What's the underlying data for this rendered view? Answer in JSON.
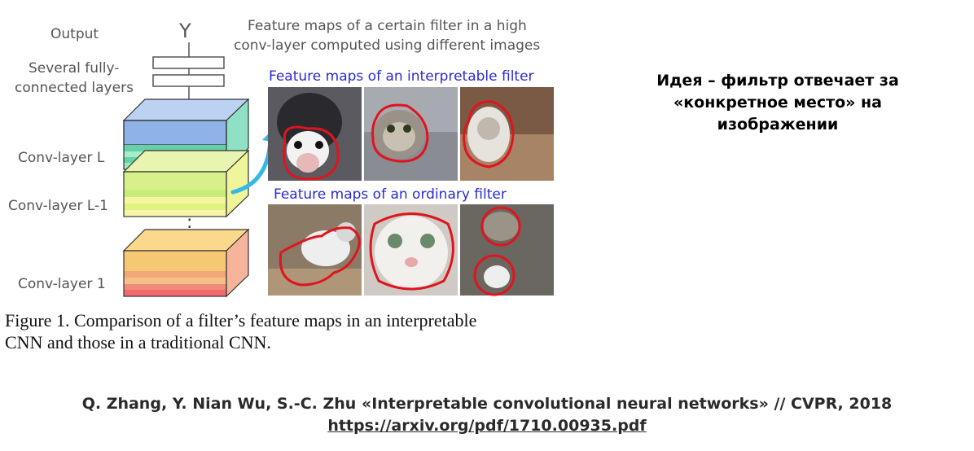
{
  "diagram": {
    "output_label": "Output",
    "output_symbol": "Y",
    "fc_label_line1": "Several fully-",
    "fc_label_line2": "connected layers",
    "conv_label_top": "Conv-layer L",
    "conv_label_mid": "Conv-layer L-1",
    "conv_label_bottom": "Conv-layer 1",
    "dots": ":",
    "header_line1": "Feature maps of a certain filter in a high",
    "header_line2": "conv-layer computed using different images",
    "interpretable_title": "Feature maps of an interpretable filter",
    "ordinary_title": "Feature maps of an ordinary filter"
  },
  "caption": {
    "line1": "Figure 1. Comparison of a filter’s feature maps in an interpretable",
    "line2": "CNN and those in a traditional CNN."
  },
  "idea": {
    "line1": "Идея – фильтр отвечает за",
    "line2": "«конкретное место» на",
    "line3": "изображении"
  },
  "reference": {
    "citation": "Q. Zhang, Y. Nian Wu, S.-C. Zhu «Interpretable convolutional neural networks» // CVPR, 2018",
    "url": "https://arxiv.org/pdf/1710.00935.pdf"
  },
  "colors": {
    "layer_L": "#8fb3e8",
    "layer_L_minus_1": "#d8f08a",
    "layer_1": "#f7c874",
    "arrow": "#35b8e8",
    "highlight": "#e0141e"
  }
}
